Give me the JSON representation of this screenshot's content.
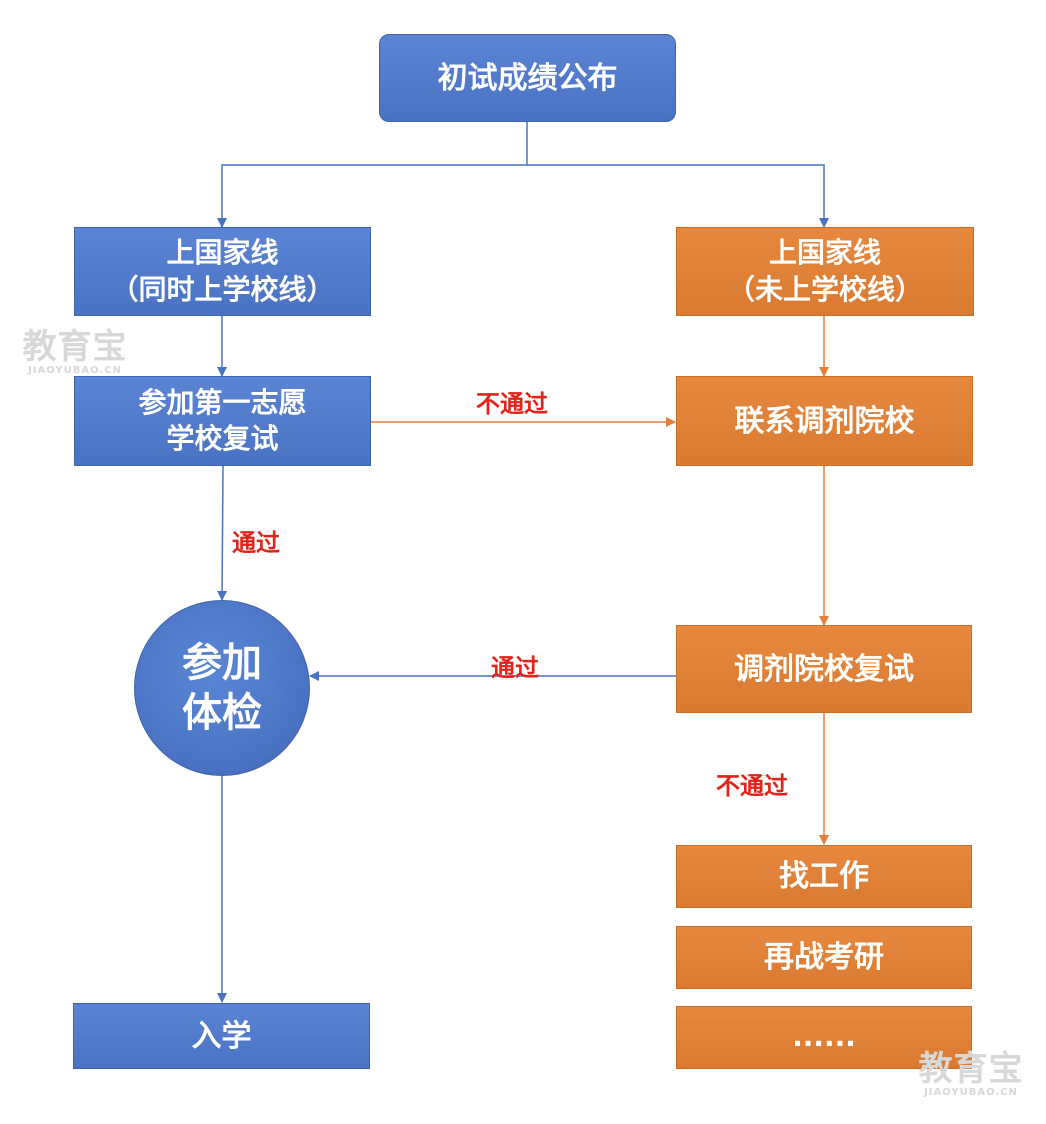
{
  "nodes": {
    "start": "初试成绩公布",
    "national_line_with_school_line": [
      "上国家线",
      "（同时上学校线）"
    ],
    "national_line_without_school_line": [
      "上国家线",
      "（未上学校线）"
    ],
    "first_choice_retest": [
      "参加第一志愿",
      "学校复试"
    ],
    "contact_adjustment": "联系调剂院校",
    "physical_exam": [
      "参加",
      "体检"
    ],
    "adjustment_retest": "调剂院校复试",
    "find_job": "找工作",
    "retake_exam": "再战考研",
    "others": "......",
    "enroll": "入学"
  },
  "edge_labels": {
    "fail_first_choice": "不通过",
    "pass_first_choice": "通过",
    "pass_adjustment": "通过",
    "fail_adjustment": "不通过"
  },
  "watermark": {
    "text": "教育宝",
    "domain": "JIAOYUBAO.CN"
  },
  "colors": {
    "blue_node": "#4a72c2",
    "orange_node": "#dd7e36",
    "blue_connector": "#4a72c2",
    "orange_connector": "#e27f3a",
    "label_red": "#e2231a",
    "node_text": "#ffffff"
  }
}
